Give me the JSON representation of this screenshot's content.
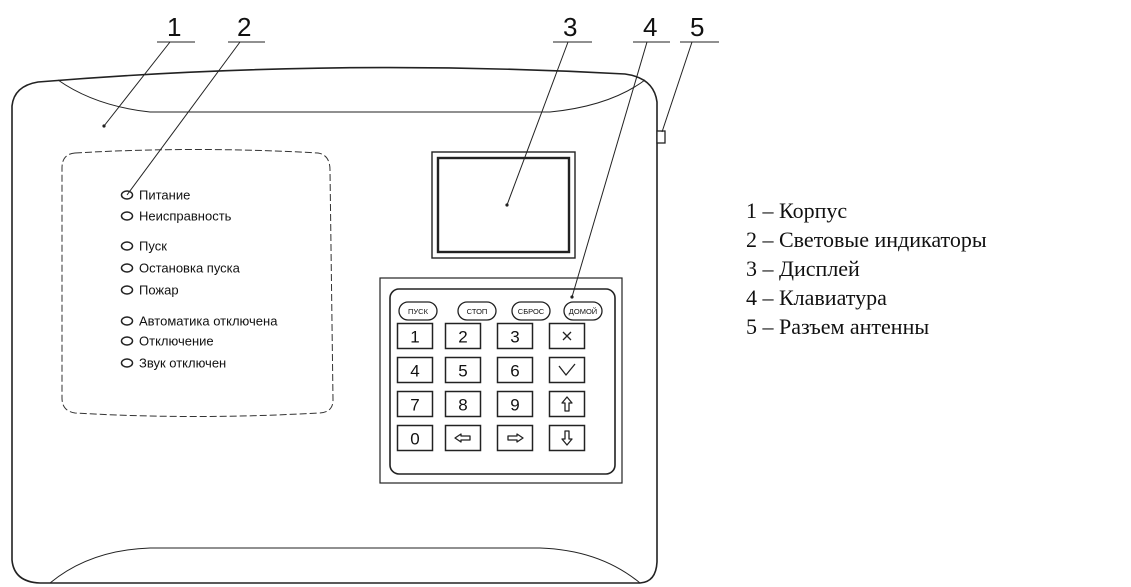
{
  "callouts": [
    "1",
    "2",
    "3",
    "4",
    "5"
  ],
  "indicators": [
    "Питание",
    "Неисправность",
    "Пуск",
    "Остановка пуска",
    "Пожар",
    "Автоматика отключена",
    "Отключение",
    "Звук отключен"
  ],
  "function_keys": [
    "ПУСК",
    "СТОП",
    "СБРОС",
    "ДОМОЙ"
  ],
  "keypad_rows": [
    [
      {
        "label": "1"
      },
      {
        "label": "2"
      },
      {
        "label": "3"
      },
      {
        "icon": "cross-icon"
      }
    ],
    [
      {
        "label": "4"
      },
      {
        "label": "5"
      },
      {
        "label": "6"
      },
      {
        "icon": "check-icon"
      }
    ],
    [
      {
        "label": "7"
      },
      {
        "label": "8"
      },
      {
        "label": "9"
      },
      {
        "icon": "arrow-up-icon"
      }
    ],
    [
      {
        "label": "0"
      },
      {
        "icon": "arrow-left-icon"
      },
      {
        "icon": "arrow-right-icon"
      },
      {
        "icon": "arrow-down-icon"
      }
    ]
  ],
  "legend": [
    "1 – Корпус",
    "2 – Световые индикаторы",
    "3 – Дисплей",
    "4 – Клавиатура",
    "5 – Разъем антенны"
  ]
}
